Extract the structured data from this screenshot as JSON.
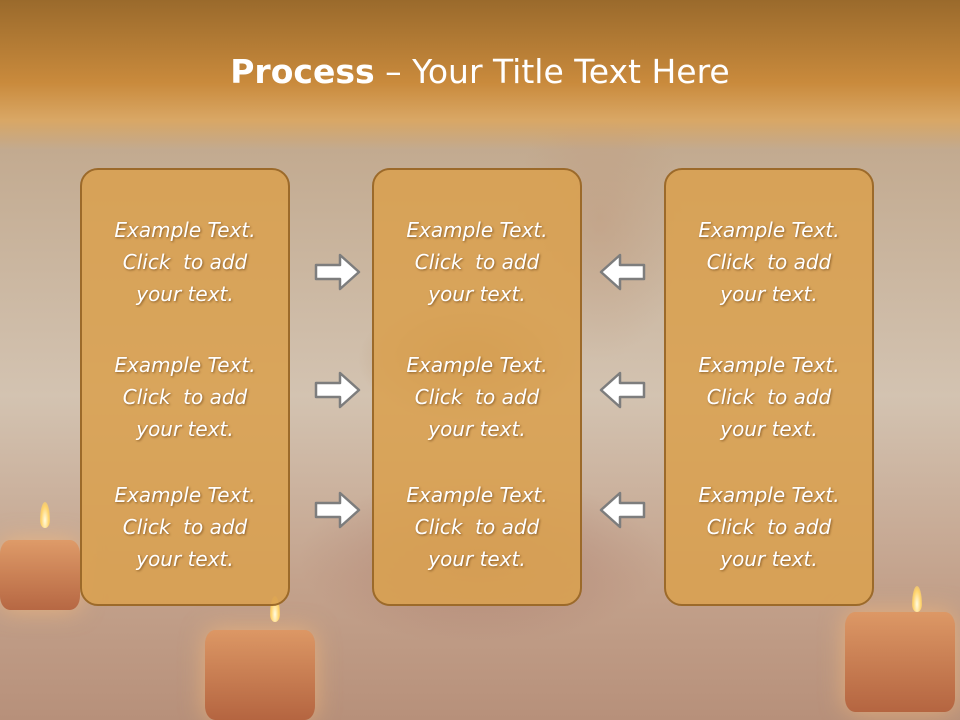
{
  "slide": {
    "title_bold": "Process",
    "title_rest": " – Your Title Text Here"
  },
  "columns": [
    {
      "items": [
        {
          "line1": "Example Text.",
          "line2": "Click  to add",
          "line3": "your text."
        },
        {
          "line1": "Example Text.",
          "line2": "Click  to add",
          "line3": "your text."
        },
        {
          "line1": "Example Text.",
          "line2": "Click  to add",
          "line3": "your text."
        }
      ]
    },
    {
      "items": [
        {
          "line1": "Example Text.",
          "line2": "Click  to add",
          "line3": "your text."
        },
        {
          "line1": "Example Text.",
          "line2": "Click  to add",
          "line3": "your text."
        },
        {
          "line1": "Example Text.",
          "line2": "Click  to add",
          "line3": "your text."
        }
      ]
    },
    {
      "items": [
        {
          "line1": "Example Text.",
          "line2": "Click  to add",
          "line3": "your text."
        },
        {
          "line1": "Example Text.",
          "line2": "Click  to add",
          "line3": "your text."
        },
        {
          "line1": "Example Text.",
          "line2": "Click  to add",
          "line3": "your text."
        }
      ]
    }
  ],
  "arrows": {
    "left_group": [
      "right-arrow-icon",
      "right-arrow-icon",
      "right-arrow-icon"
    ],
    "right_group": [
      "left-arrow-icon",
      "left-arrow-icon",
      "left-arrow-icon"
    ]
  },
  "colors": {
    "header": "#c98a3c",
    "box_fill": "#daa050",
    "box_border": "#9c6a2a",
    "text": "#ffffff"
  }
}
